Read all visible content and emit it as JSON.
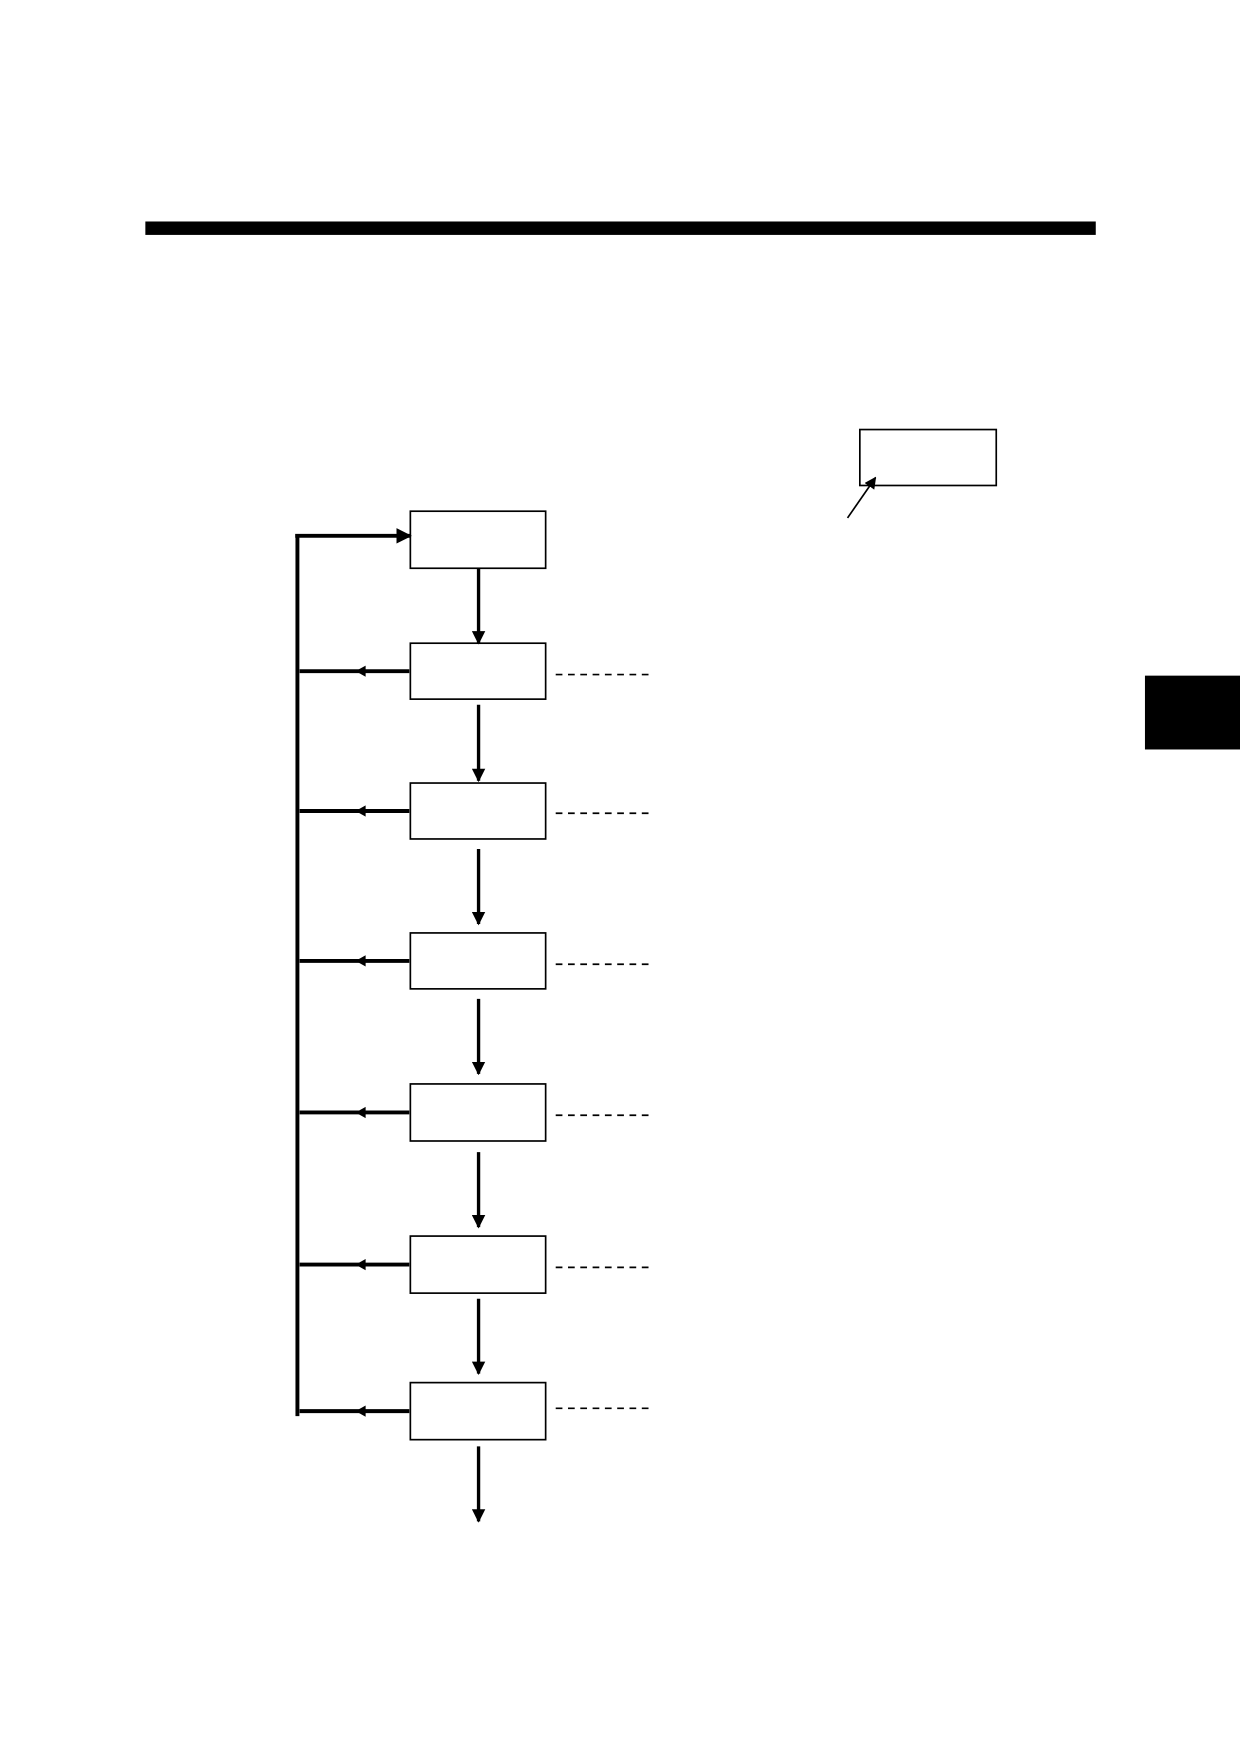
{
  "colors": {
    "ink": "#000000",
    "background": "#ffffff"
  },
  "flow": {
    "step_count": 7,
    "feedback_branches": 6,
    "dashed_leaders": 6
  }
}
